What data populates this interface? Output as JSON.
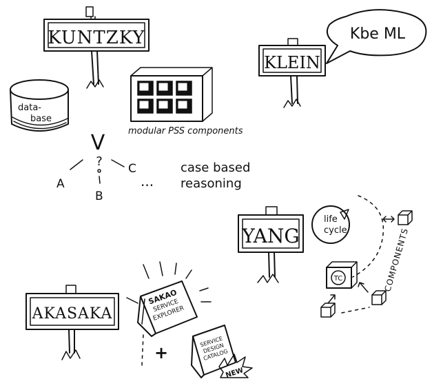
{
  "signs": {
    "kuntzky": "KUNTZKY",
    "klein": "KLEIN",
    "yang": "YANG",
    "akasaka": "AKASAKA"
  },
  "klein_bubble": "Kbe ML",
  "database_label_1": "data-",
  "database_label_2": "base",
  "modular_label": "modular PSS components",
  "reasoning": {
    "v": "V",
    "question": "?",
    "a": "A",
    "b": "B",
    "c": "C",
    "dots": "...",
    "line1": "case based",
    "line2": "reasoning"
  },
  "lifecycle_1": "life",
  "lifecycle_2": "cycle",
  "tc_label": "TC",
  "components_label": "COMPONENTS",
  "book1": [
    "SAKAO",
    "SERVICE",
    "EXPLORER"
  ],
  "book2": [
    "SERVICE",
    "DESIGN",
    "CATALOG"
  ],
  "plus_symbol": "+",
  "new_badge": "NEW"
}
